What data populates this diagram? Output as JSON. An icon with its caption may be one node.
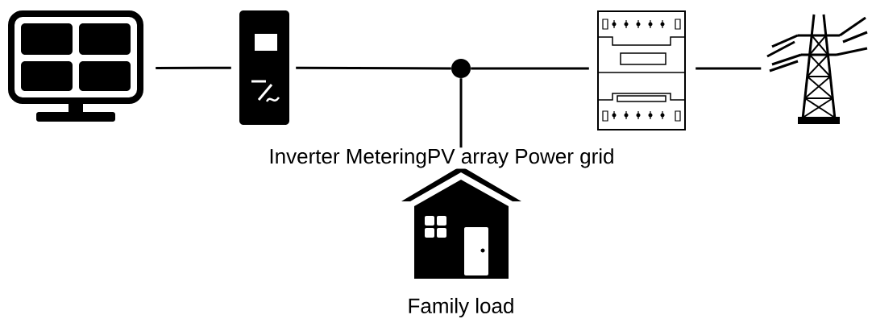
{
  "diagram": {
    "nodes": [
      {
        "text": [],
        "shape": "picture"
      },
      {
        "text": [],
        "shape": "picture"
      },
      {
        "text": [],
        "shape": "circle"
      },
      {
        "text": [],
        "shape": "picture"
      },
      {
        "text": [],
        "shape": "picture"
      },
      {
        "text": [],
        "shape": "picture",
        "beside": [
          "Family load"
        ]
      }
    ],
    "edges": [
      {
        "from": 0,
        "to": 1,
        "arrow": "none"
      },
      {
        "from": 1,
        "to": 2,
        "arrow": "none"
      },
      {
        "from": 2,
        "to": 3,
        "arrow": "none"
      },
      {
        "from": 3,
        "to": 4,
        "arrow": "none"
      },
      {
        "from": 2,
        "to": 5,
        "arrow": "none"
      }
    ],
    "labels": [
      "Inverter MeteringPV array Power grid"
    ]
  }
}
